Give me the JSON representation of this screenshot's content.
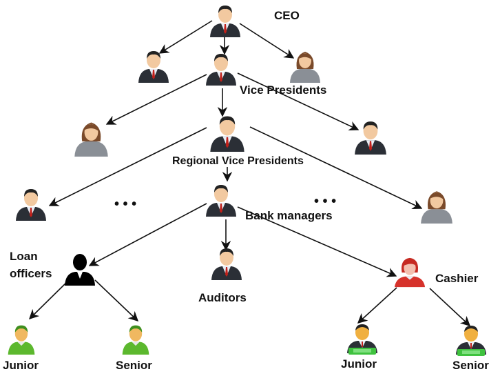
{
  "title": "Bank organizational hierarchy",
  "labels": {
    "ceo": "CEO",
    "vice_presidents": "Vice Presidents",
    "regional_vps": "Regional Vice Presidents",
    "bank_managers": "Bank managers",
    "loan_officers_line1": "Loan",
    "loan_officers_line2": "officers",
    "auditors": "Auditors",
    "cashier": "Cashier",
    "loan_junior": "Junior",
    "loan_senior": "Senior",
    "cashier_junior": "Junior",
    "cashier_senior": "Senior",
    "ellipsis_left": "•   •   •",
    "ellipsis_right": "•   •   •"
  },
  "colors": {
    "suit": "#2b2f36",
    "skin": "#f2c9a0",
    "hair_female": "#7a4a2a",
    "green_person": "#5cb82e",
    "cashier_red": "#d6322b",
    "money": "#3fc23f"
  }
}
